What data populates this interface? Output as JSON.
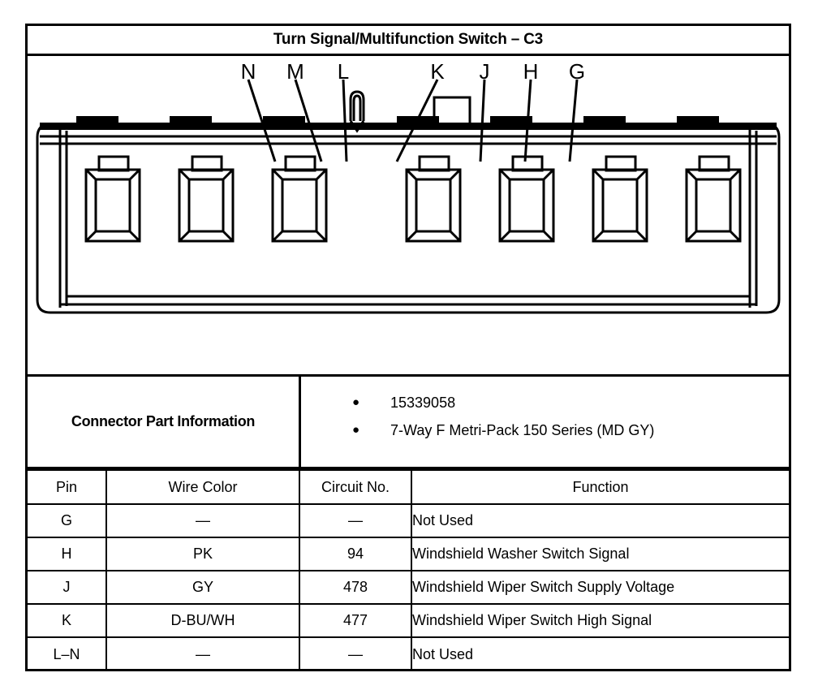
{
  "title": "Turn Signal/Multifunction Switch – C3",
  "connector_diagram": {
    "pin_labels": [
      "N",
      "M",
      "L",
      "K",
      "J",
      "H",
      "G"
    ],
    "cavity_count": 7,
    "features": [
      "latch-post",
      "keying-tab"
    ]
  },
  "part_info": {
    "label": "Connector Part Information",
    "items": [
      "15339058",
      "7-Way F Metri-Pack 150 Series (MD GY)"
    ]
  },
  "pin_table": {
    "headers": [
      "Pin",
      "Wire Color",
      "Circuit No.",
      "Function"
    ],
    "rows": [
      {
        "pin": "G",
        "wire_color": "—",
        "circuit_no": "—",
        "function": "Not Used"
      },
      {
        "pin": "H",
        "wire_color": "PK",
        "circuit_no": "94",
        "function": "Windshield Washer Switch Signal"
      },
      {
        "pin": "J",
        "wire_color": "GY",
        "circuit_no": "478",
        "function": "Windshield Wiper Switch Supply Voltage"
      },
      {
        "pin": "K",
        "wire_color": "D-BU/WH",
        "circuit_no": "477",
        "function": "Windshield Wiper Switch High Signal"
      },
      {
        "pin": "L–N",
        "wire_color": "—",
        "circuit_no": "—",
        "function": "Not Used"
      }
    ]
  }
}
